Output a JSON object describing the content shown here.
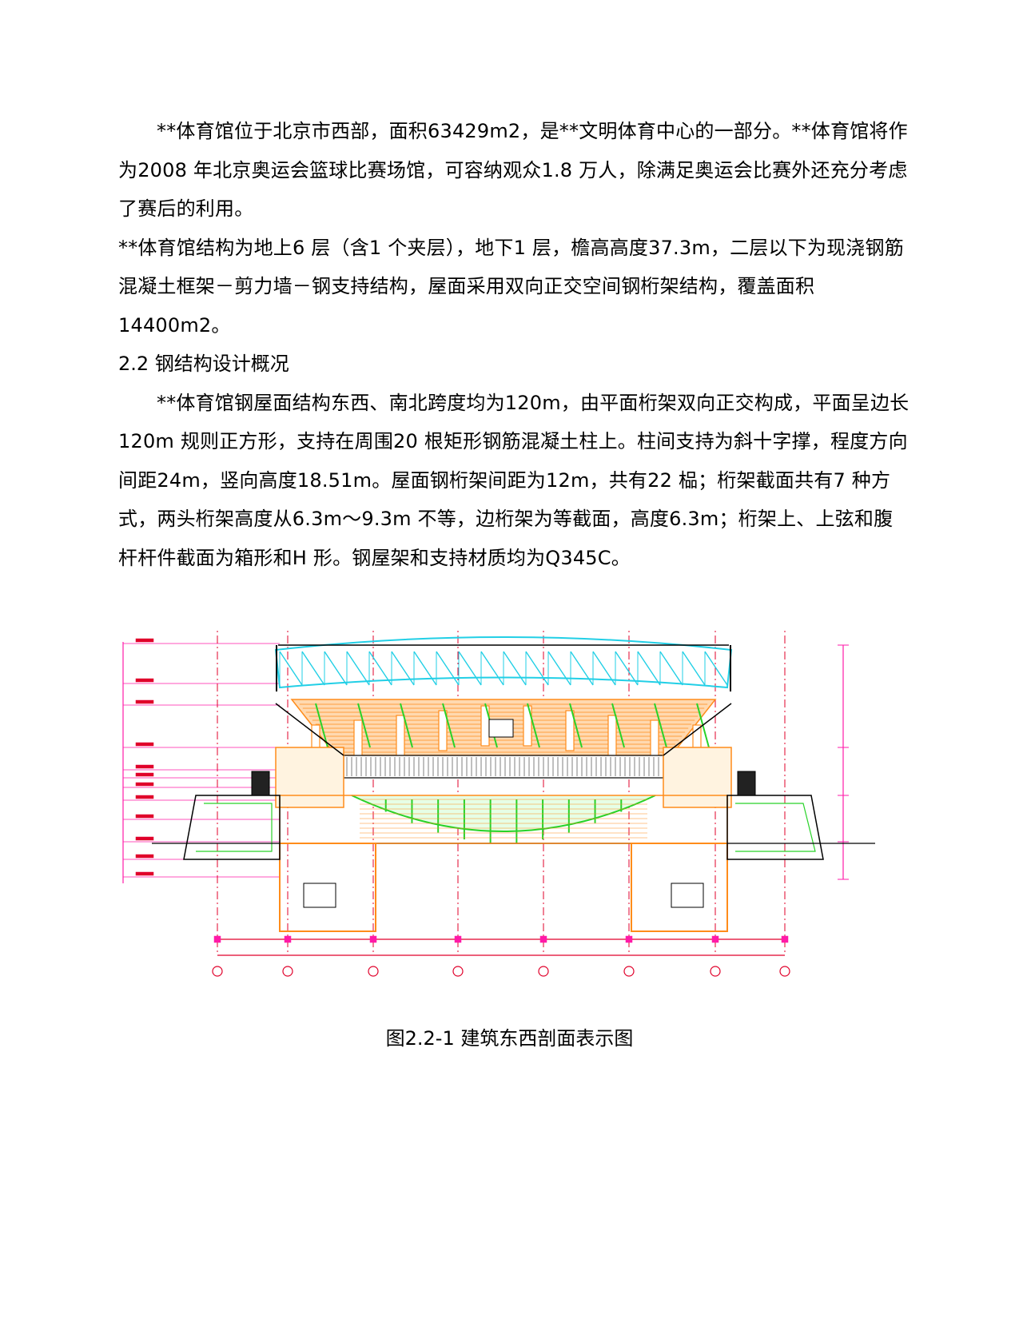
{
  "paragraphs": [
    "**体育馆位于北京市西部，面积63429m2，是**文明体育中心的一部分。**体育馆将作为2008 年北京奥运会篮球比赛场馆，可容纳观众1.8 万人，除满足奥运会比赛外还充分考虑了赛后的利用。",
    "**体育馆结构为地上6 层（含1 个夹层），地下1 层，檐高高度37.3m，二层以下为现浇钢筋混凝土框架－剪力墙－钢支持结构，屋面采用双向正交空间钢桁架结构，覆盖面积14400m2。"
  ],
  "heading": "2.2  钢结构设计概况",
  "paragraph3": "**体育馆钢屋面结构东西、南北跨度均为120m，由平面桁架双向正交构成，平面呈边长120m 规则正方形，支持在周围20 根矩形钢筋混凝土柱上。柱间支持为斜十字撑，程度方向间距24m，竖向高度18.51m。屋面钢桁架间距为12m，共有22 榀；桁架截面共有7 种方式，两头桁架高度从6.3m～9.3m 不等，边桁架为等截面，高度6.3m；桁架上、上弦和腹杆杆件截面为箱形和H 形。钢屋架和支持材质均为Q345C。",
  "figure": {
    "caption": "图2.2-1  建筑东西剖面表示图",
    "colors": {
      "truss": "#22cfe6",
      "structure": "#ff8c1a",
      "grid": "#e0002a",
      "seating": "#28d228",
      "dimension": "#ff1aa8",
      "outline": "#000000"
    }
  }
}
